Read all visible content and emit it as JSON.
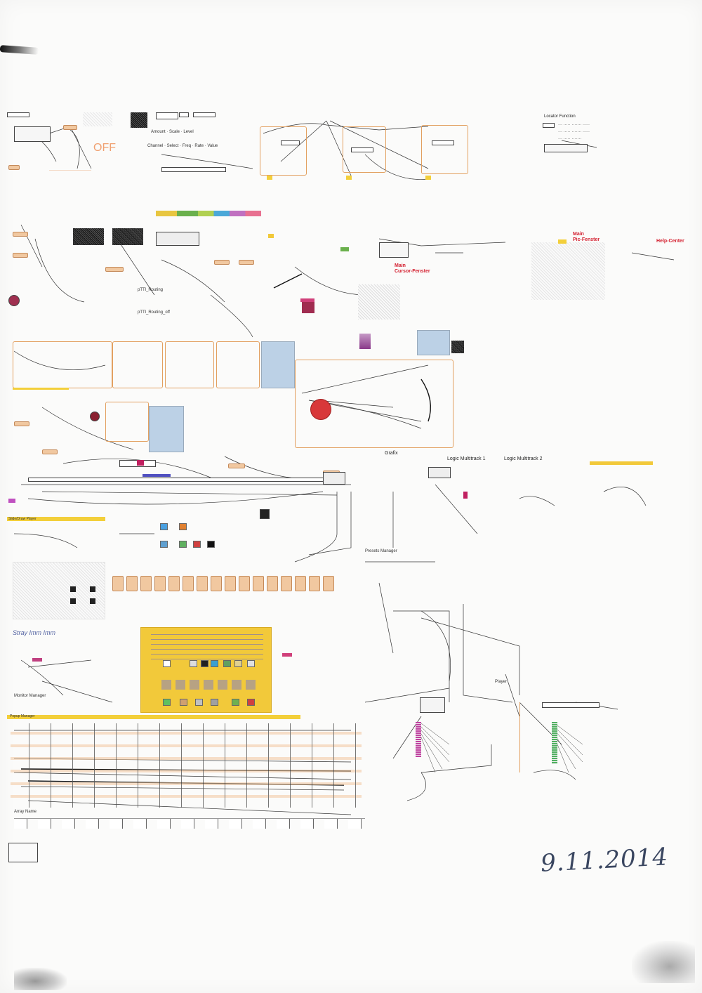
{
  "patch": {
    "top_left_label": "Locator Function",
    "off_label": "OFF",
    "rooting_label_1": "pTTl_Routing",
    "rooting_label_2": "pTTl_Routing_off",
    "main_pic_window": "Main\nPic-Fenster",
    "help_center": "Help-Center",
    "main_cursor_window": "Main\nCursor-Fenster",
    "grafix": "Grafix",
    "logic_multitrack_1": "Logic Multitrack 1",
    "logic_multitrack_2": "Logic Multitrack 2",
    "presets_manager": "Presets Manager",
    "player": "Player",
    "monitor_manager": "Monitor Manager",
    "popup_manager": "Popup Manager",
    "array_name": "Array Name",
    "slideshow_player": "Slide/Draw Player",
    "handwritten_date": "9.11.2014"
  },
  "colors": {
    "paper": "#fbfbfa",
    "message_box": "#f1c8a0",
    "subpatch_border": "#e2a060",
    "highlight_yellow": "#f2c93a",
    "title_red": "#d42030",
    "info_blue": "#bcd1e6"
  },
  "icons": {
    "scan_shadow": "scan-shadow-icon"
  }
}
